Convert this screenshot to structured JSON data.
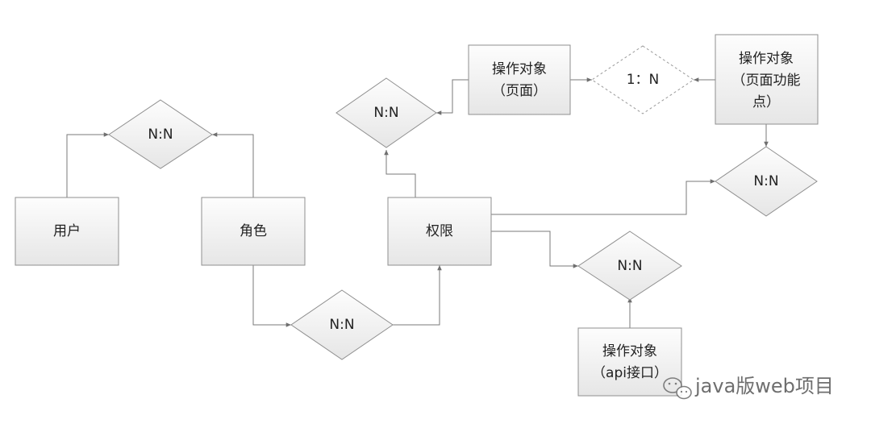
{
  "entities": {
    "user": "用户",
    "role": "角色",
    "permission": "权限",
    "page_object": [
      "操作对象",
      "（页面）"
    ],
    "page_function_object": [
      "操作对象",
      "（页面功能",
      "点）"
    ],
    "api_object": [
      "操作对象",
      "（api接口）"
    ]
  },
  "relations": {
    "user_role": "N:N",
    "role_permission": "N:N",
    "permission_page": "N:N",
    "page_function": "1：N",
    "permission_function": "N:N",
    "permission_api": "N:N"
  },
  "watermark": {
    "text": "java版web项目",
    "icon": "wechat-icon"
  },
  "colors": {
    "box_top": "#fdfdfd",
    "box_bottom": "#e8e8e8",
    "border": "#8f8f8f",
    "line": "#7a7a7a"
  }
}
